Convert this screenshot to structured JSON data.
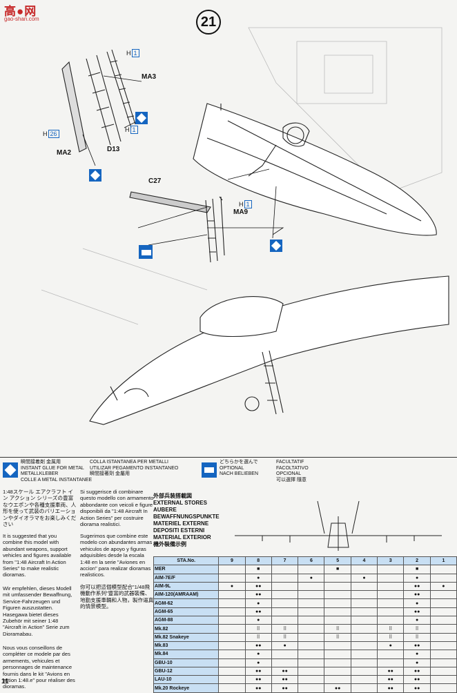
{
  "watermark": {
    "cn": "高●网",
    "url": "gao-shan.com"
  },
  "step_number": "21",
  "parts": {
    "ma3": "MA3",
    "ma2": "MA2",
    "d13": "D13",
    "c27": "C27",
    "ma9": "MA9",
    "h1": "1",
    "h26": "26",
    "h_prefix": "H"
  },
  "legend": {
    "glue": {
      "ja": "瞬間接着剤 金属用",
      "en": "INSTANT GLUE FOR METAL",
      "de": "METALLKLEBER",
      "fr": "COLLE A METAL INSTANTANEE",
      "it": "COLLA ISTANTANEA PER METALLI",
      "es": "UTILIZAR PEGAMENTO INSTANTANEO",
      "zh": "瞬間接著劑 金屬用"
    },
    "optional": {
      "ja": "どちらかを選んで",
      "en": "OPTIONAL",
      "de": "NACH BELIEBEN",
      "fr": "FACULTATIF",
      "it": "FACOLTATIVO",
      "es": "OPCIONAL",
      "zh": "可以選擇 隨意"
    }
  },
  "paragraphs": {
    "ja": "1:48スケール エアクラフト イン アクション シリーズの豊富なウエポンや各種支援車両、人形を使って武装のバリエーションやダイオラマをお楽しみください",
    "en": "It is suggested that you combine this model with abundant weapons, support vehicles and figures available from \"1:48 Aircraft In Action Series\" to make realistic dioramas.",
    "de": "Wir empfehlen, dieses Modell mit umfassender Bewaffnung, Service-Fahrzeugen und Figuren auszustatten. Hasegawa bietet dieses Zubehör mit seiner 1:48 \"Aircraft in Action\" Serie zum Dioramabau.",
    "fr": "Nous vous conseillons de compléter ce modele par des armements, vehicules et personnages de maintenance fournis dans le kit \"Avions en action 1:48.e\" pour réaliser des dioramas.",
    "it": "Si suggerisce di combinare questo modello con armamento abbondante con veicoli e figure disponibili da \"1:48 Aircraft In Action Series\" per costruire diorama realistici.",
    "es": "Sugerimos que combine este modelo con abundantes armas vehiculos de apoyo y figuras adquisibles desde la escala 1:48 en la serie \"Aviones en accion\" para realizar dioramas realisticos.",
    "zh": "你可以把這個模型配合\"1/48飛機動作系列\"豐富的武器裝備、地勤支援車輛和人物，製作逼真的情景模型。"
  },
  "stores": {
    "titles": [
      "外部兵装搭載図",
      "EXTERNAL STORES",
      "AUBERE",
      "BEWAFFNUNGSPUNKTE",
      "MATERIEL EXTERNE",
      "DEPOSITI ESTERNI",
      "MATERIAL EXTERIOR",
      "機外裝備示例"
    ],
    "header": "STA.No.",
    "stations": [
      "9",
      "8",
      "7",
      "6",
      "5",
      "4",
      "3",
      "2",
      "1"
    ],
    "rows": [
      {
        "name": "MER",
        "cells": [
          "",
          "■",
          "",
          "",
          "■",
          "",
          "",
          "■",
          ""
        ]
      },
      {
        "name": "AIM-7E/F",
        "cells": [
          "",
          "●",
          "",
          "●",
          "",
          "●",
          "",
          "●",
          ""
        ]
      },
      {
        "name": "AIM-9L",
        "cells": [
          "●",
          "●●",
          "",
          "",
          "",
          "",
          "",
          "●●",
          "●"
        ]
      },
      {
        "name": "AIM-120(AMRAAM)",
        "cells": [
          "",
          "●●",
          "",
          "",
          "",
          "",
          "",
          "●●",
          ""
        ]
      },
      {
        "name": "AGM-62",
        "cells": [
          "",
          "●",
          "",
          "",
          "",
          "",
          "",
          "●",
          ""
        ]
      },
      {
        "name": "AGM-65",
        "cells": [
          "",
          "●●",
          "",
          "",
          "",
          "",
          "",
          "●●",
          ""
        ]
      },
      {
        "name": "AGM-88",
        "cells": [
          "",
          "●",
          "",
          "",
          "",
          "",
          "",
          "●",
          ""
        ]
      },
      {
        "name": "Mk.82",
        "cells": [
          "",
          "⠿",
          "⠿",
          "",
          "⠿",
          "",
          "⠿",
          "⠿",
          ""
        ]
      },
      {
        "name": "Mk.82 Snakeye",
        "cells": [
          "",
          "⠿",
          "⠿",
          "",
          "⠿",
          "",
          "⠿",
          "⠿",
          ""
        ]
      },
      {
        "name": "Mk.83",
        "cells": [
          "",
          "●●",
          "●",
          "",
          "",
          "",
          "●",
          "●●",
          ""
        ]
      },
      {
        "name": "Mk.84",
        "cells": [
          "",
          "●",
          "",
          "",
          "",
          "",
          "",
          "●",
          ""
        ]
      },
      {
        "name": "GBU-10",
        "cells": [
          "",
          "●",
          "",
          "",
          "",
          "",
          "",
          "●",
          ""
        ]
      },
      {
        "name": "GBU-12",
        "cells": [
          "",
          "●●",
          "●●",
          "",
          "",
          "",
          "●●",
          "●●",
          ""
        ]
      },
      {
        "name": "LAU-10",
        "cells": [
          "",
          "●●",
          "●●",
          "",
          "",
          "",
          "●●",
          "●●",
          ""
        ]
      },
      {
        "name": "Mk.20 Rockeye",
        "cells": [
          "",
          "●●",
          "●●",
          "",
          "●●",
          "",
          "●●",
          "●●",
          ""
        ]
      }
    ]
  },
  "page_number": "11",
  "colors": {
    "accent": "#1565c0",
    "watermark": "#c62828",
    "table_head": "#c8dff3"
  }
}
